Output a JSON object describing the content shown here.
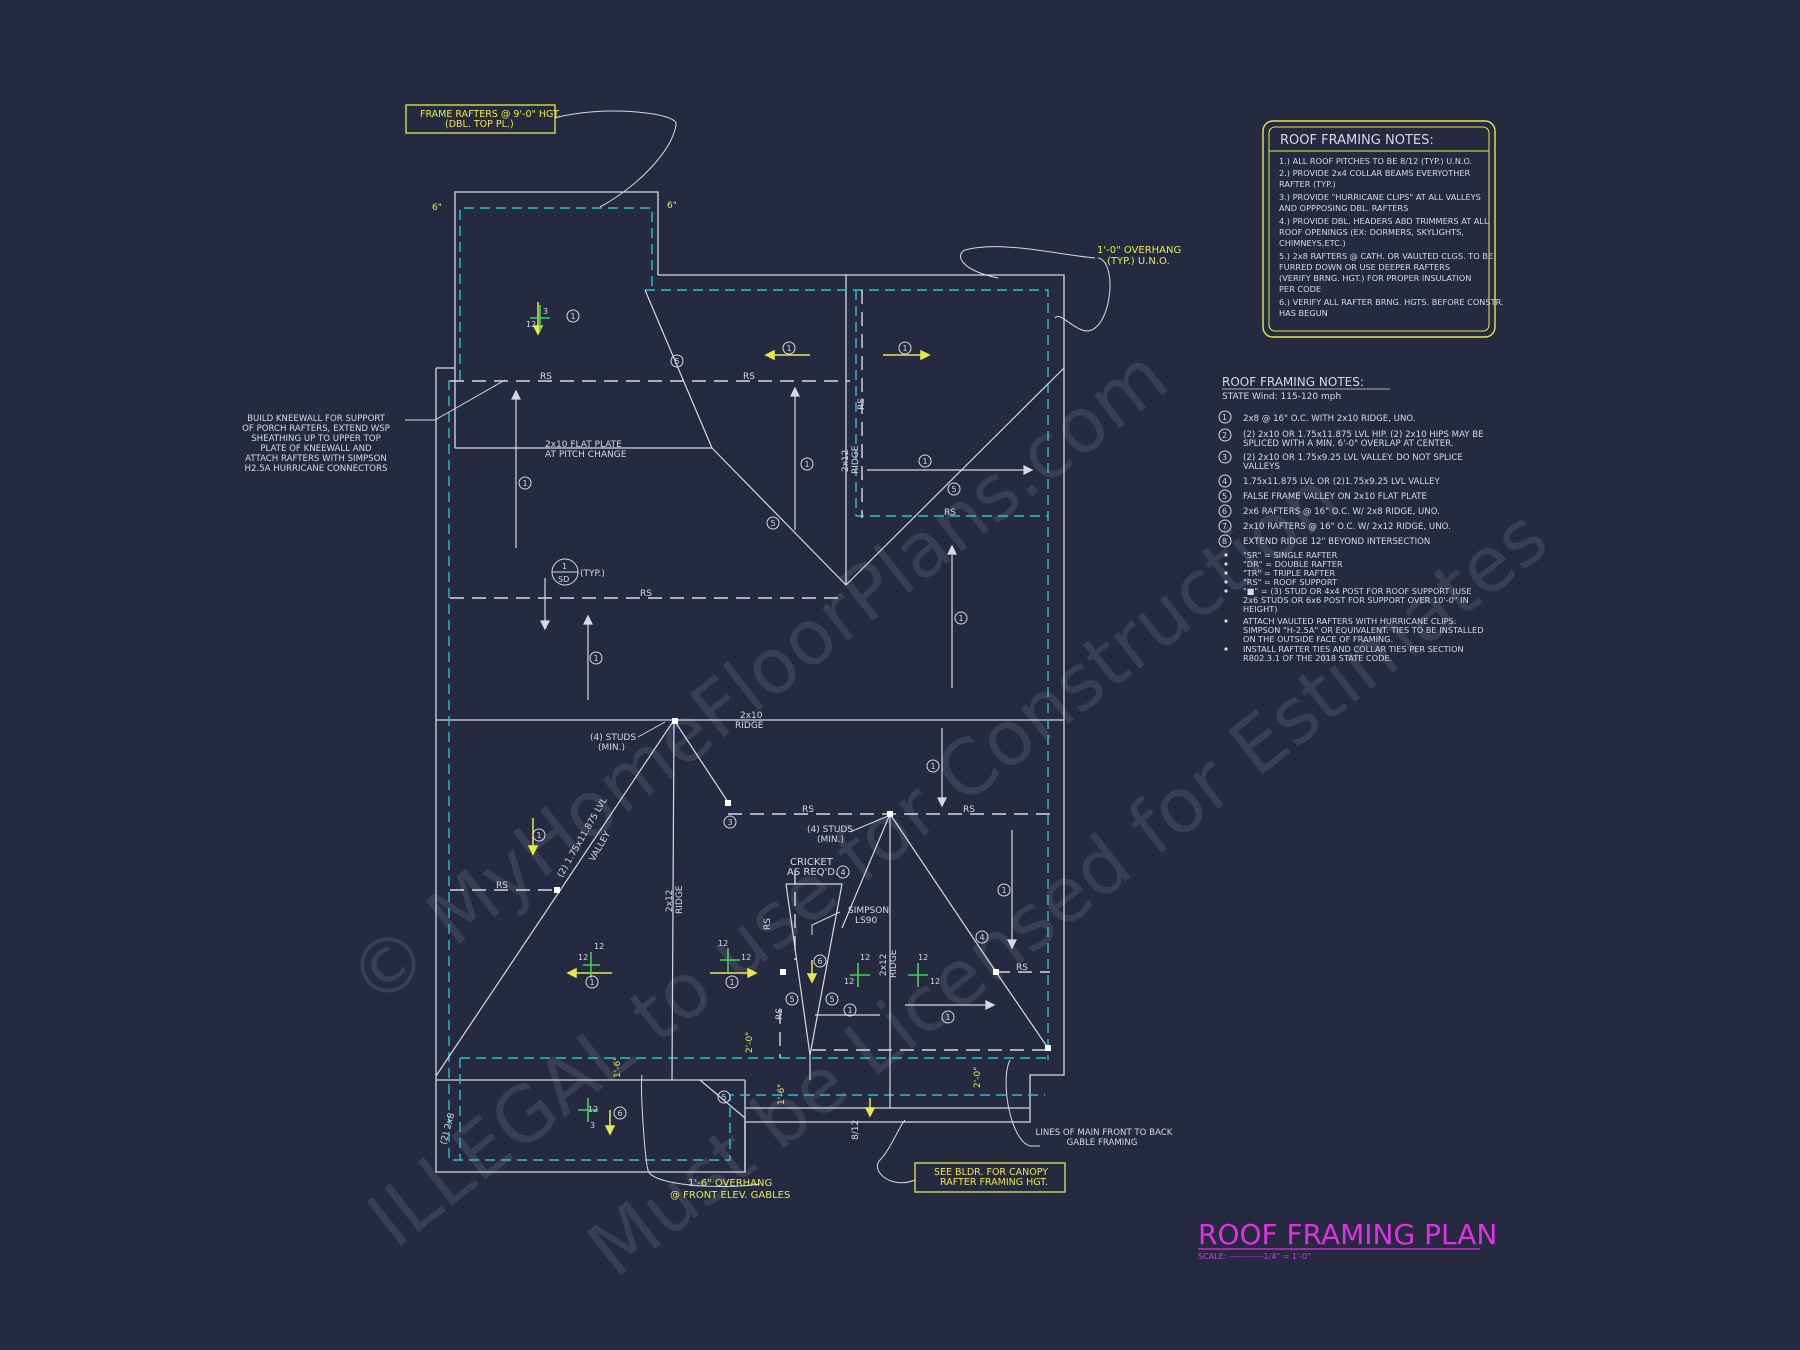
{
  "title": {
    "text": "ROOF FRAMING PLAN",
    "scale": "SCALE: ------------1/4\" = 1'-0\""
  },
  "watermark": {
    "line1": "© MyHomeFloorPlans.com",
    "line2": "ILLEGAL to use for Construction",
    "line3": "Must be Licensed for Estimates"
  },
  "callouts": {
    "frame_rafters": [
      "FRAME RAFTERS @ 9'-0\" HGT.",
      "(DBL. TOP PL.)"
    ],
    "overhang_typ": [
      "1'-0\" OVERHANG",
      "(TYP.) U.N.O."
    ],
    "see_bldr": [
      "SEE BLDR. FOR CANOPY",
      "RAFTER FRAMING HGT."
    ],
    "front_overhang": [
      "1'-6\" OVERHANG",
      "@ FRONT ELEV. GABLES"
    ],
    "kneewall": [
      "BUILD KNEEWALL FOR SUPPORT",
      "OF PORCH RAFTERS, EXTEND WSP",
      "SHEATHING UP TO UPPER TOP",
      "PLATE OF KNEEWALL AND",
      "ATTACH RAFTERS WITH SIMPSON",
      "H2.5A HURRICANE CONNECTORS"
    ],
    "lines_gable": [
      "LINES OF MAIN FRONT TO BACK",
      "GABLE FRAMING"
    ],
    "flat_plate": [
      "2x10 FLAT PLATE",
      "AT PITCH CHANGE"
    ],
    "ridge_mid": [
      "2x10",
      "RIDGE"
    ],
    "studs": [
      "(4) STUDS",
      "(MIN.)"
    ],
    "cricket": [
      "CRICKET",
      "AS REQ'D."
    ],
    "simpson": [
      "SIMPSON",
      "LS90"
    ],
    "valley_label": [
      "(2) 1.75x11.875 LVL",
      "VALLEY"
    ],
    "ridge_2x12": [
      "2x12",
      "RIDGE"
    ],
    "sd_typ": "(TYP.)",
    "sd_num": "1",
    "sd_label": "SD",
    "double_2x8": "(2) 2x8",
    "six_in": "6\"",
    "rs": "RS",
    "pitch_8_12": "8/12",
    "one_six": "1'-6\"",
    "two_zero": "2'-0\""
  },
  "boxed_notes": {
    "title": "ROOF FRAMING NOTES:",
    "lines": [
      "1.) ALL ROOF PITCHES TO BE  8/12 (TYP.) U.N.O.",
      "2.) PROVIDE 2x4 COLLAR BEAMS EVERYOTHER",
      "    RAFTER (TYP.)",
      "3.) PROVIDE \"HURRICANE CLIPS\" AT ALL VALLEYS",
      "    AND OPPPOSING DBL. RAFTERS",
      "4.) PROVIDE DBL. HEADERS ABD TRIMMERS AT ALL",
      "    ROOF OPENINGS (EX: DORMERS, SKYLIGHTS,",
      "    CHIMNEYS,ETC.)",
      "5.) 2x8 RAFTERS @ CATH. OR VAULTED CLGS. TO BE",
      "    FURRED DOWN OR USE DEEPER RAFTERS",
      "    (VERIFY BRNG. HGT.) FOR PROPER INSULATION",
      "    PER CODE",
      "6.) VERIFY ALL RAFTER BRNG. HGTS. BEFORE CONSTR.",
      "    HAS BEGUN"
    ]
  },
  "legend": {
    "title": "ROOF FRAMING NOTES:",
    "subtitle": "STATE Wind: 115-120 mph",
    "items": [
      {
        "n": "1",
        "text": [
          "2x8 @ 16\" O.C. WITH 2x10 RIDGE, UNO."
        ]
      },
      {
        "n": "2",
        "text": [
          "(2) 2x10 OR 1.75x11.875 LVL HIP. (2) 2x10 HIPS MAY BE",
          "SPLICED WITH A MIN. 6'-0\" OVERLAP AT CENTER."
        ]
      },
      {
        "n": "3",
        "text": [
          "(2) 2x10 OR 1.75x9.25 LVL VALLEY. DO NOT SPLICE",
          "VALLEYS"
        ]
      },
      {
        "n": "4",
        "text": [
          "1.75x11.875 LVL OR (2)1.75x9.25 LVL VALLEY"
        ]
      },
      {
        "n": "5",
        "text": [
          "FALSE FRAME VALLEY ON 2x10 FLAT PLATE"
        ]
      },
      {
        "n": "6",
        "text": [
          "2x6 RAFTERS @ 16\" O.C. W/ 2x8 RIDGE, UNO."
        ]
      },
      {
        "n": "7",
        "text": [
          "2x10 RAFTERS @ 16\" O.C. W/ 2x12 RIDGE, UNO."
        ]
      },
      {
        "n": "8",
        "text": [
          "EXTEND RIDGE 12\" BEYOND INTERSECTION"
        ]
      }
    ],
    "bullets": [
      [
        "\"SR\"  = SINGLE RAFTER"
      ],
      [
        "\"DR\" = DOUBLE RAFTER"
      ],
      [
        "\"TR\" = TRIPLE RAFTER"
      ],
      [
        "\"RS\" = ROOF SUPPORT"
      ],
      [
        "\"■\" = (3) STUD OR 4x4 POST FOR ROOF SUPPORT (USE",
        "2x6 STUDS OR 6x6 POST FOR SUPPORT OVER 10'-0\" IN",
        "HEIGHT)"
      ],
      [
        "ATTACH VAULTED RAFTERS WITH HURRICANE CLIPS:",
        "SIMPSON \"H-2.5A\" OR EQUIVALENT. TIES TO BE INSTALLED",
        "ON THE OUTSIDE FACE OF FRAMING."
      ],
      [
        "INSTALL RAFTER TIES AND COLLAR TIES PER SECTION",
        "R802.3.1 OF THE 2018 STATE CODE."
      ]
    ]
  },
  "colors": {
    "background": "#262a40",
    "line": "#d6d8e2",
    "dashed_cyan": "#22c2d2",
    "callout_yellow": "#e9e84a",
    "title_magenta": "#e030e6",
    "green": "#3fd25a",
    "note_text": "#d6d8e2"
  }
}
